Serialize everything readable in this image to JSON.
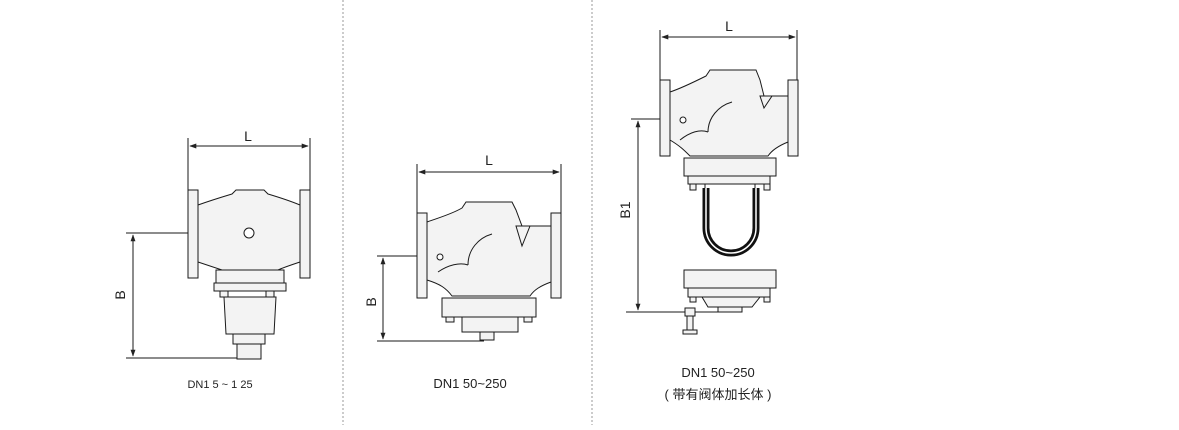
{
  "colors": {
    "line": "#1a1a1a",
    "fill": "#f3f3f3",
    "dim": "#222222",
    "separator": "#9a9a9a",
    "tube": "#111111"
  },
  "panels": [
    {
      "id": "panel-1",
      "dim_l": "L",
      "dim_b": "B",
      "caption": "DN1 5 ~ 1 25"
    },
    {
      "id": "panel-2",
      "dim_l": "L",
      "dim_b": "B",
      "caption": "DN1 50~250"
    },
    {
      "id": "panel-3",
      "dim_l": "L",
      "dim_b": "B1",
      "caption": "DN1 50~250",
      "caption2": "( 带有阀体加长体 )"
    }
  ]
}
